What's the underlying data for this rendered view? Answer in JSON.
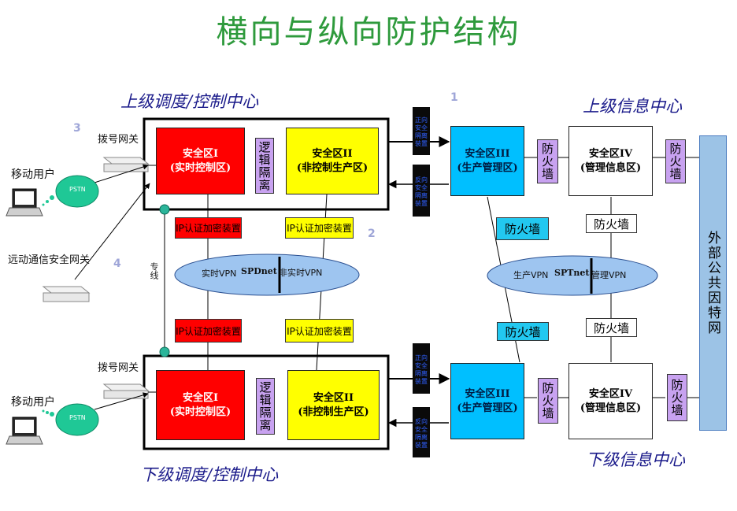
{
  "title": "横向与纵向防护结构",
  "centers": {
    "upper_dispatch": "上级调度/控制中心",
    "lower_dispatch": "下级调度/控制中心",
    "upper_info": "上级信息中心",
    "lower_info": "下级信息中心"
  },
  "zones": {
    "z1_line1": "安全区I",
    "z1_line2": "(实时控制区)",
    "z2_line1": "安全区II",
    "z2_line2": "(非控制生产区)",
    "z3_line1": "安全区III",
    "z3_line2": "(生产管理区)",
    "z4_line1": "安全区IV",
    "z4_line2": "(管理信息区)"
  },
  "logic_isolation": "逻辑隔离",
  "firewall": "防火墙",
  "ip_device": "IP认证加密装置",
  "isolation_device": [
    "正向",
    "安全",
    "隔离",
    "装置"
  ],
  "isolation_device_rev": [
    "反向",
    "安全",
    "隔离",
    "装置"
  ],
  "spdnet": {
    "left": "实时VPN",
    "mid": "SPDnet",
    "right": "非实时VPN"
  },
  "sptnet": {
    "left": "生产VPN",
    "mid": "SPTnet",
    "right": "管理VPN"
  },
  "external_network": "外部公共因特网",
  "dial_gateway": "拨号网关",
  "mobile_user": "移动用户",
  "mobile_gateway": "远动通信安全网关",
  "dedicated_line": "专线",
  "pstn": "PSTN",
  "markers": [
    "1",
    "2",
    "3",
    "4"
  ],
  "colors": {
    "title": "#2e9a3c",
    "zone1": "#ff0000",
    "zone2": "#ffff00",
    "zone3": "#00bfff",
    "isolation": "#c8a2f0",
    "firewall_cyan": "#22c8f0",
    "vpn_cloud": "#9ec5f0",
    "external": "#9cc3e6",
    "pstn_cloud": "#1fc896",
    "connector": "#2bb59a"
  }
}
